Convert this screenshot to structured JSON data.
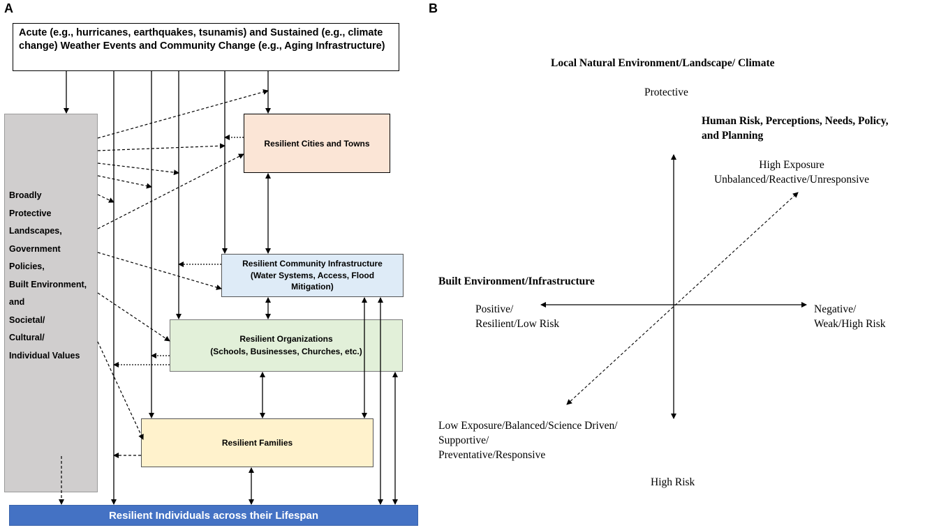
{
  "panel_a": {
    "letter": "A",
    "top_box": "Acute (e.g., hurricanes, earthquakes, tsunamis) and Sustained (e.g., climate change) Weather Events and Community Change (e.g., Aging Infrastructure)",
    "left_box": "Broadly\nProtective\nLandscapes,\nGovernment\nPolicies,\nBuilt Environment,\nand\nSocietal/\nCultural/\nIndividual Values",
    "cities": "Resilient Cities and Towns",
    "infrastructure": "Resilient Community Infrastructure\n(Water Systems, Access, Flood\nMitigation)",
    "organizations": "Resilient Organizations\n(Schools, Businesses, Churches, etc.)",
    "families": "Resilient Families",
    "individuals": "Resilient Individuals across their Lifespan",
    "colors": {
      "left_box": "#d0cece",
      "cities": "#fbe5d6",
      "infrastructure": "#deebf7",
      "organizations": "#e2f0d9",
      "families": "#fff2cc",
      "individuals": "#4472c4"
    }
  },
  "panel_b": {
    "letter": "B",
    "title_top": "Local Natural Environment/Landscape/ Climate",
    "protective": "Protective",
    "human_risk": "Human Risk, Perceptions, Needs, Policy,\nand Planning",
    "high_exposure": "High Exposure\nUnbalanced/Reactive/Unresponsive",
    "built_env": "Built Environment/Infrastructure",
    "positive": "Positive/\nResilient/Low Risk",
    "negative": "Negative/\nWeak/High Risk",
    "low_exposure": "Low Exposure/Balanced/Science Driven/\nSupportive/\nPreventative/Responsive",
    "high_risk": "High Risk"
  }
}
